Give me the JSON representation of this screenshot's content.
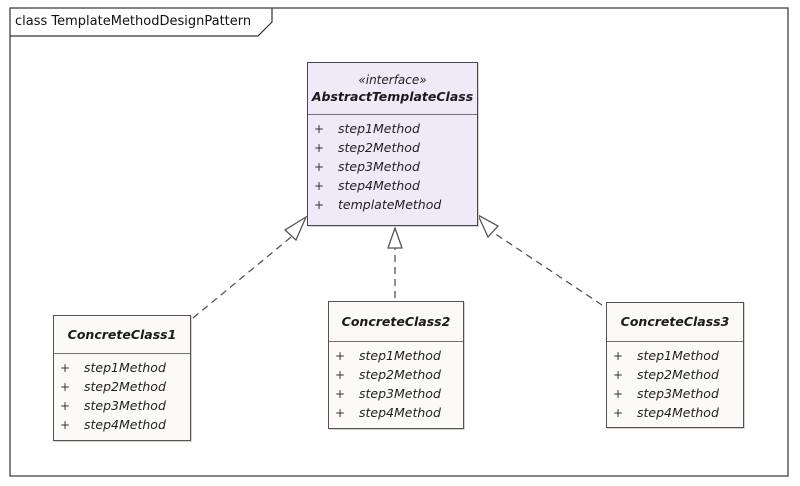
{
  "frame": {
    "title": "class TemplateMethodDesignPattern"
  },
  "interface_class": {
    "stereotype": "«interface»",
    "name": "AbstractTemplateClass",
    "operations": [
      {
        "visibility": "+",
        "name": "step1Method"
      },
      {
        "visibility": "+",
        "name": "step2Method"
      },
      {
        "visibility": "+",
        "name": "step3Method"
      },
      {
        "visibility": "+",
        "name": "step4Method"
      },
      {
        "visibility": "+",
        "name": "templateMethod"
      }
    ]
  },
  "concrete_classes": [
    {
      "name": "ConcreteClass1",
      "operations": [
        {
          "visibility": "+",
          "name": "step1Method"
        },
        {
          "visibility": "+",
          "name": "step2Method"
        },
        {
          "visibility": "+",
          "name": "step3Method"
        },
        {
          "visibility": "+",
          "name": "step4Method"
        }
      ]
    },
    {
      "name": "ConcreteClass2",
      "operations": [
        {
          "visibility": "+",
          "name": "step1Method"
        },
        {
          "visibility": "+",
          "name": "step2Method"
        },
        {
          "visibility": "+",
          "name": "step3Method"
        },
        {
          "visibility": "+",
          "name": "step4Method"
        }
      ]
    },
    {
      "name": "ConcreteClass3",
      "operations": [
        {
          "visibility": "+",
          "name": "step1Method"
        },
        {
          "visibility": "+",
          "name": "step2Method"
        },
        {
          "visibility": "+",
          "name": "step3Method"
        },
        {
          "visibility": "+",
          "name": "step4Method"
        }
      ]
    }
  ],
  "relationships": [
    {
      "from": "ConcreteClass1",
      "to": "AbstractTemplateClass",
      "type": "realization"
    },
    {
      "from": "ConcreteClass2",
      "to": "AbstractTemplateClass",
      "type": "realization"
    },
    {
      "from": "ConcreteClass3",
      "to": "AbstractTemplateClass",
      "type": "realization"
    }
  ],
  "colors": {
    "interface_fill": "#efeaf8",
    "class_fill": "#fbfaf8",
    "line": "#5a5050"
  }
}
